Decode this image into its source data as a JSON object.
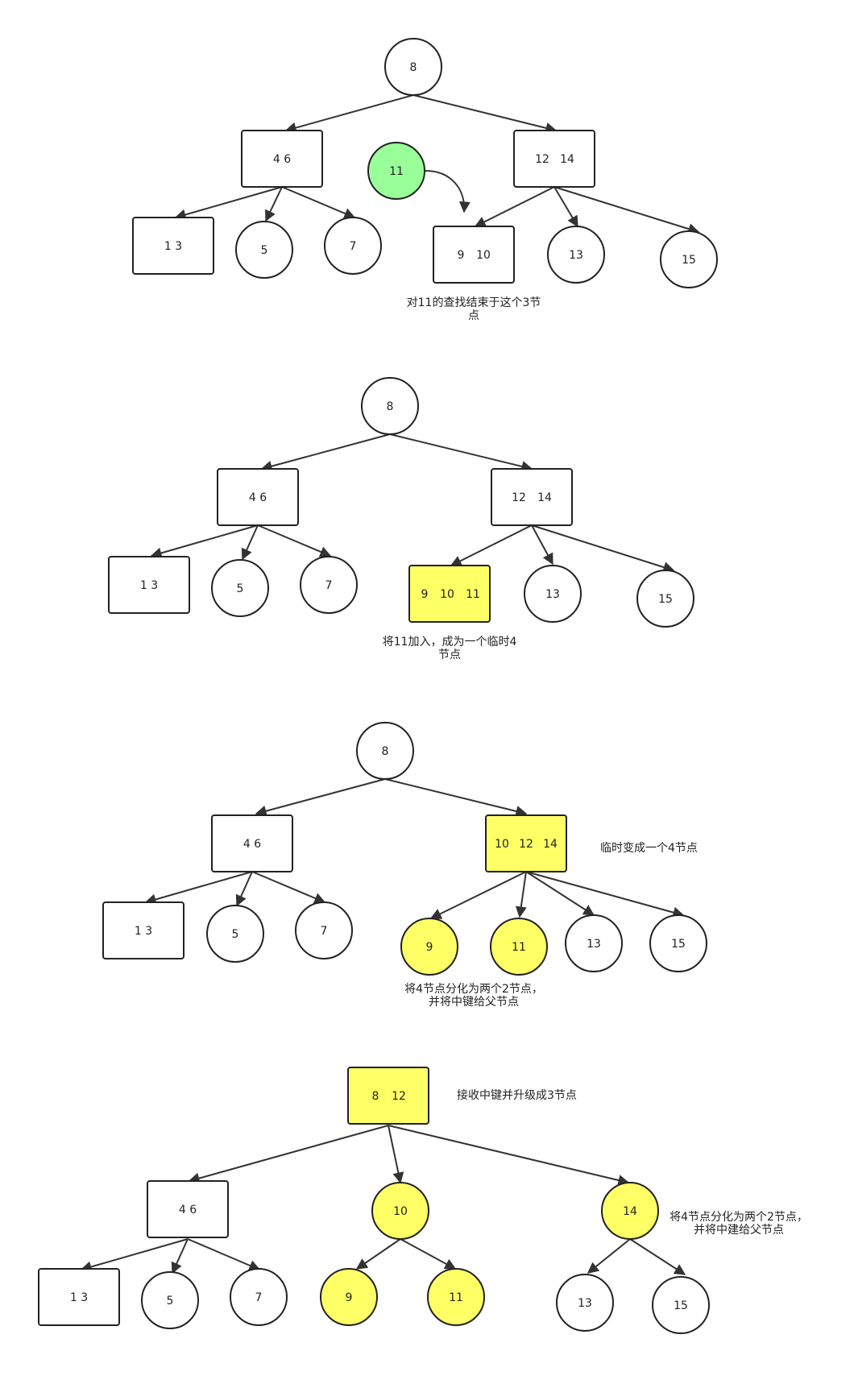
{
  "colors": {
    "white": "#ffffff",
    "yellow": "#ffff66",
    "green": "#99ff99",
    "highlight_text": "#ff0000",
    "stroke": "#222222"
  },
  "panels": [
    {
      "nodes": {
        "root": "8",
        "left": "4  6",
        "inserted": "11",
        "right": [
          "12",
          "14"
        ],
        "ll": "1  3",
        "lm": "5",
        "lr": "7",
        "rl": [
          "9",
          "10"
        ],
        "rm": "13",
        "rr": "15"
      },
      "note": [
        "对11的查找结束于这个3节",
        "点"
      ]
    },
    {
      "nodes": {
        "root": "8",
        "left": "4  6",
        "right": [
          "12",
          "14"
        ],
        "ll": "1  3",
        "lm": "5",
        "lr": "7",
        "rl": [
          "9",
          "10",
          "11"
        ],
        "rm": "13",
        "rr": "15"
      },
      "note": [
        "将11加入，成为一个临时4",
        "节点"
      ]
    },
    {
      "nodes": {
        "root": "8",
        "left": "4  6",
        "right": [
          "10",
          "12",
          "14"
        ],
        "ll": "1  3",
        "lm": "5",
        "lr": "7",
        "r1": "9",
        "r2": "11",
        "r3": "13",
        "r4": "15"
      },
      "note_right": "临时变成一个4节点",
      "note": [
        "将4节点分化为两个2节点，",
        "并将中键给父节点"
      ]
    },
    {
      "nodes": {
        "root": [
          "8",
          "12"
        ],
        "left": "4  6",
        "mid": "10",
        "right": "14",
        "ll": "1  3",
        "lm": "5",
        "lr": "7",
        "m1": "9",
        "m2": "11",
        "r1": "13",
        "r2": "15"
      },
      "note_root": "接收中键并升级成3节点",
      "note_right": [
        "将4节点分化为两个2节点，",
        "并将中建给父节点"
      ]
    }
  ]
}
